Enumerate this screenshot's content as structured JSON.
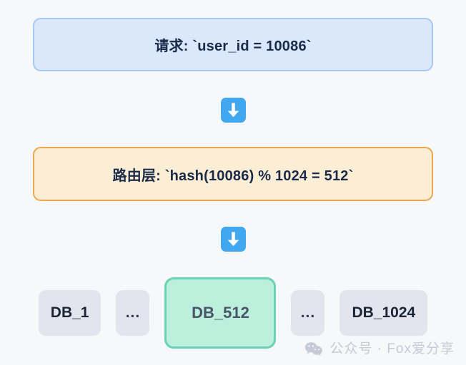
{
  "theme": {
    "page_background": "#f7f8fa",
    "request_fill": "#dbe8fb",
    "request_border": "#a6c8f2",
    "router_fill": "#fceed4",
    "router_border": "#eaa752",
    "arrow_badge": "#41a7ee",
    "db_fill": "#e2e5ee",
    "db_text": "#1b2536",
    "db_highlight_fill": "#bcf0dd",
    "db_highlight_border": "#69d2b5",
    "db_highlight_text": "#4a5568",
    "watermark_color": "#c5cbd6"
  },
  "flow": {
    "request_step": {
      "label": "请求: `user_id = 10086`"
    },
    "arrow_1": {
      "icon": "arrow-down-icon"
    },
    "router_step": {
      "label": "路由层: `hash(10086) % 1024 = 512`"
    },
    "arrow_2": {
      "icon": "arrow-down-icon"
    },
    "databases": [
      {
        "label": "DB_1",
        "highlighted": false,
        "kind": "db"
      },
      {
        "label": "...",
        "highlighted": false,
        "kind": "ellipsis"
      },
      {
        "label": "DB_512",
        "highlighted": true,
        "kind": "db"
      },
      {
        "label": "...",
        "highlighted": false,
        "kind": "ellipsis"
      },
      {
        "label": "DB_1024",
        "highlighted": false,
        "kind": "db"
      }
    ]
  },
  "watermark": {
    "icon": "wechat-icon",
    "text": "公众号 · Fox爱分享"
  }
}
